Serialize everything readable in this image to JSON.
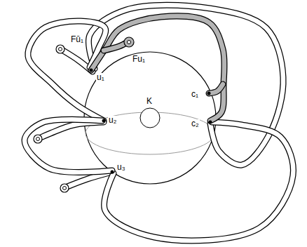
{
  "diagram": {
    "labels": [
      "Fū₁",
      "Fu₁",
      "u₁",
      "u₂",
      "u₃",
      "K",
      "c₁",
      "c₂"
    ]
  }
}
